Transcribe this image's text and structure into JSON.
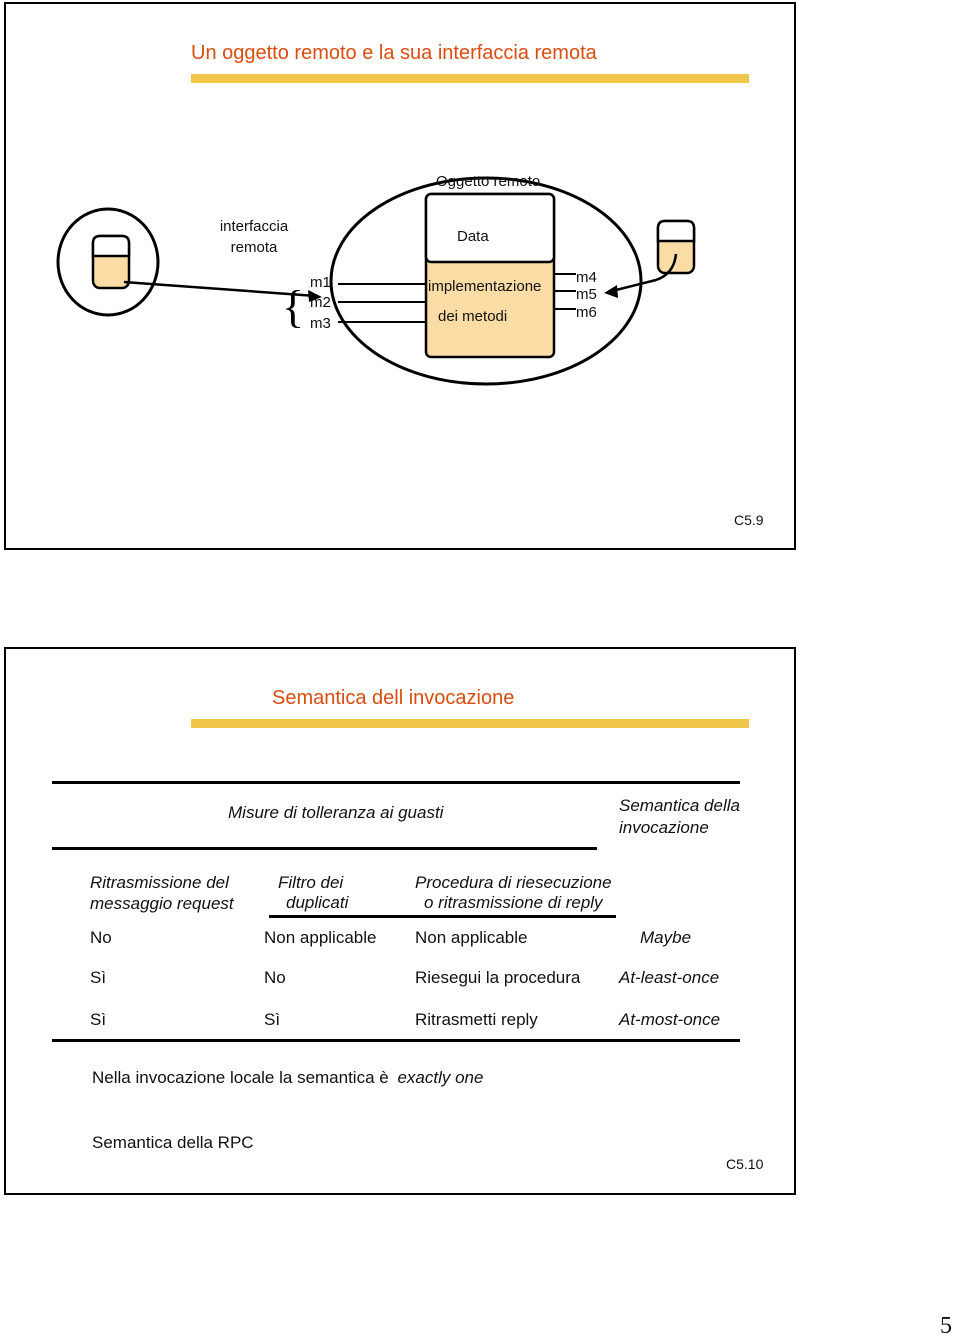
{
  "slide1": {
    "title": "Un oggetto remoto e la sua interfaccia remota",
    "remote_object_label": "Oggetto remoto",
    "interface_label": "interfaccia remota",
    "data_label": "Data",
    "impl_line1": "implementazione",
    "impl_line2": "dei metodi",
    "methods_left": [
      "m1",
      "m2",
      "m3"
    ],
    "methods_right": [
      "m4",
      "m5",
      "m6"
    ],
    "slide_code": "C5.9",
    "colors": {
      "title": "#d94d10",
      "title_bar": "#f1c74b",
      "fill": "#fbdca5"
    }
  },
  "slide2": {
    "title": "Semantica dell invocazione",
    "header_group": "Misure di tolleranza ai guasti",
    "header_semantics_1": "Semantica della",
    "header_semantics_2": "invocazione",
    "col1_1": "Ritrasmissione del",
    "col1_2": "messaggio  request",
    "col2_1": "Filtro dei",
    "col2_2": "duplicati",
    "col3_1": "Procedura di riesecuzione",
    "col3_2": "o ritrasmissione di reply",
    "rows": [
      {
        "c1": "No",
        "c2": "Non applicable",
        "c3": "Non applicable",
        "c4": "Maybe"
      },
      {
        "c1": "Sì",
        "c2": "No",
        "c3": "Riesegui la procedura",
        "c4": "At-least-once"
      },
      {
        "c1": "Sì",
        "c2": "Sì",
        "c3": "Ritrasmetti reply",
        "c4": "At-most-once"
      }
    ],
    "note_prefix": "Nella invocazione locale la semantica è",
    "note_em": "exactly one",
    "footer": "Semantica della RPC",
    "slide_code": "C5.10"
  },
  "page_number": "5"
}
